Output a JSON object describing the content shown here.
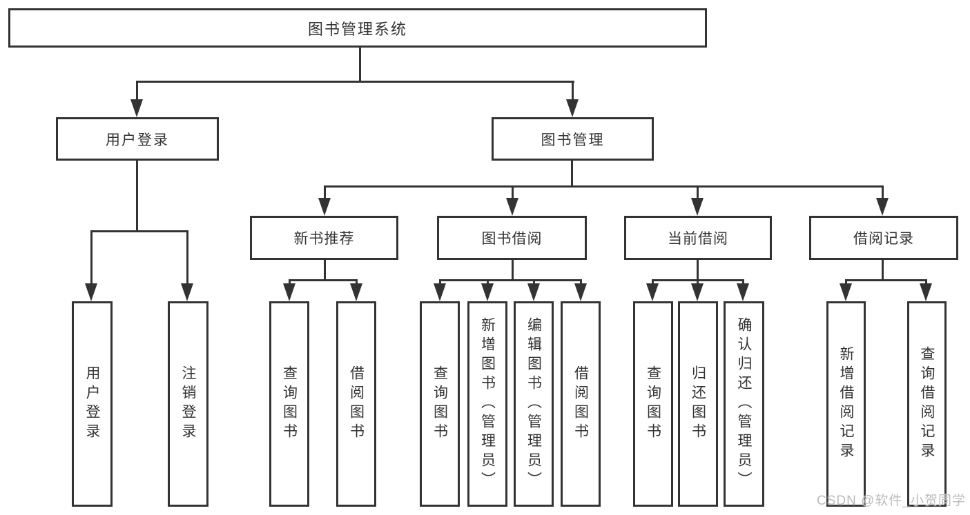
{
  "diagram": {
    "type": "tree",
    "root": {
      "label": "图书管理系统"
    },
    "level2": [
      {
        "id": "user-login",
        "label": "用户登录",
        "parent": "图书管理系统"
      },
      {
        "id": "book-manage",
        "label": "图书管理",
        "parent": "图书管理系统"
      }
    ],
    "level3": [
      {
        "id": "new-book-recommend",
        "label": "新书推荐",
        "parent": "图书管理"
      },
      {
        "id": "book-borrow",
        "label": "图书借阅",
        "parent": "图书管理"
      },
      {
        "id": "current-borrow",
        "label": "当前借阅",
        "parent": "图书管理"
      },
      {
        "id": "borrow-record",
        "label": "借阅记录",
        "parent": "图书管理"
      }
    ],
    "leaves": [
      {
        "parent": "用户登录",
        "label": "用户登录"
      },
      {
        "parent": "用户登录",
        "label": "注销登录"
      },
      {
        "parent": "新书推荐",
        "label": "查询图书"
      },
      {
        "parent": "新书推荐",
        "label": "借阅图书"
      },
      {
        "parent": "图书借阅",
        "label": "查询图书"
      },
      {
        "parent": "图书借阅",
        "label": "新增图书（管理员）"
      },
      {
        "parent": "图书借阅",
        "label": "编辑图书（管理员）"
      },
      {
        "parent": "图书借阅",
        "label": "借阅图书"
      },
      {
        "parent": "当前借阅",
        "label": "查询图书"
      },
      {
        "parent": "当前借阅",
        "label": "归还图书"
      },
      {
        "parent": "当前借阅",
        "label": "确认归还（管理员）"
      },
      {
        "parent": "借阅记录",
        "label": "新增借阅记录"
      },
      {
        "parent": "借阅记录",
        "label": "查询借阅记录"
      }
    ],
    "colors": {
      "line": "#333333",
      "box_background": "#ffffff",
      "text": "#333333",
      "watermark": "#bcbcbc"
    }
  },
  "watermark": {
    "text": "CSDN @软件_小贺同学"
  }
}
